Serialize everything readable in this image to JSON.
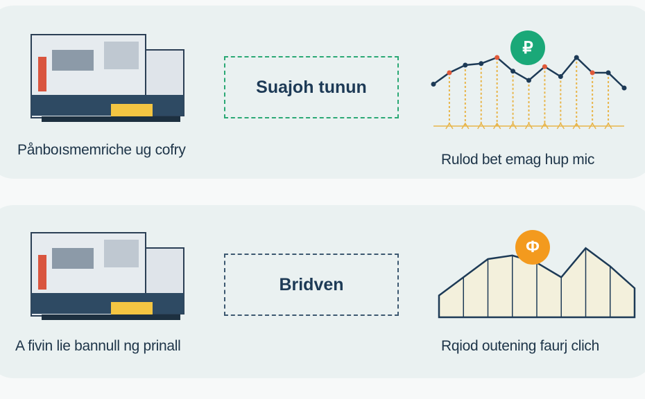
{
  "panels": [
    {
      "caption_left": "Pånboısmemriche ug cofry",
      "box_label": "Suajoh tunun",
      "caption_right": "Rulod bet emag hup mic",
      "badge_symbol": "₽",
      "badge_color": "#1aa878",
      "box_border_color": "#2aa874",
      "chart_values": [
        0.55,
        0.7,
        0.8,
        0.82,
        0.9,
        0.72,
        0.6,
        0.78,
        0.65,
        0.9,
        0.7,
        0.7,
        0.5
      ]
    },
    {
      "caption_left": "A fivin lie bannull ng prinall",
      "box_label": "Bridven",
      "caption_right": "Rqiod outening faurj clich",
      "badge_symbol": "Φ",
      "badge_color": "#f39a1e",
      "box_border_color": "#3c5870",
      "chart_values": [
        0.3,
        0.55,
        0.8,
        0.85,
        0.75,
        0.55,
        0.95,
        0.7,
        0.4
      ]
    }
  ]
}
